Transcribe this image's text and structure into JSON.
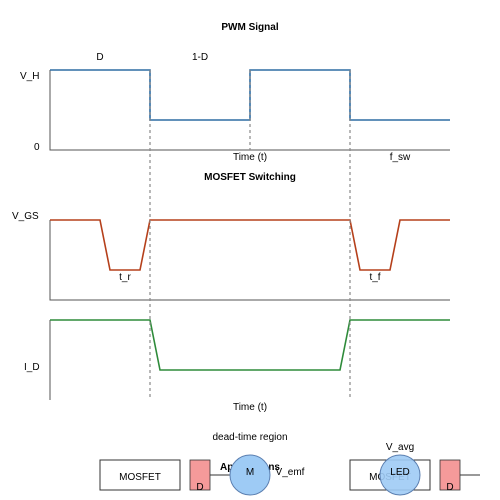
{
  "colors": {
    "pwm": "#2e6da4",
    "gate": "#b5401b",
    "drain": "#2e8b3a",
    "diode_fill": "#f59a9a",
    "circle_fill": "#9ecbf5"
  },
  "pwm_panel": {
    "title": "PWM Signal",
    "y_high": "V_H",
    "y_zero": "0",
    "duty_label": "D",
    "off_label": "1-D",
    "x_label": "Time (t)",
    "freq_label": "f_sw"
  },
  "mosfet_panel": {
    "title": "MOSFET Switching",
    "gate_label": "V_GS",
    "rise_label": "t_r",
    "fall_label": "t_f",
    "drain_label": "I_D",
    "x_label": "Time (t)"
  },
  "apps_panel": {
    "dead_time_label": "dead-time region",
    "title": "Applications",
    "left": {
      "switch_label": "MOSFET",
      "diode_label": "D",
      "load_label": "M",
      "load_note": "V_emf"
    },
    "right": {
      "switch_label": "MOSFET",
      "diode_label": "D",
      "load_label": "LED",
      "load_note": "V_avg"
    }
  }
}
